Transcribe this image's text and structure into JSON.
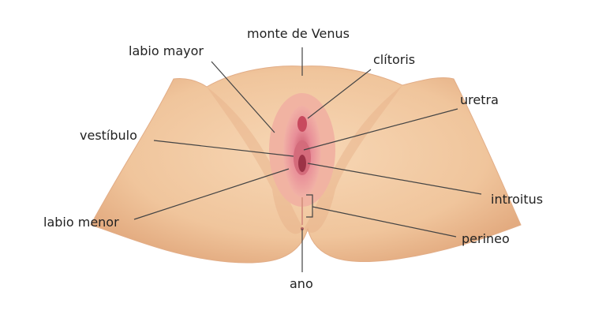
{
  "labels": {
    "monte_de_venus": "monte de Venus",
    "labio_mayor": "labio mayor",
    "clitoris": "clítoris",
    "uretra": "uretra",
    "vestibulo": "vestíbulo",
    "introitus": "introitus",
    "labio_menor": "labio menor",
    "perineo": "perineo",
    "ano": "ano"
  },
  "colors": {
    "skin": "#f2c9a0",
    "skin_shadow": "#e0a77c",
    "mucosa": "#e8909a",
    "mucosa_dark": "#b84a5c",
    "leader_line": "#444444"
  }
}
